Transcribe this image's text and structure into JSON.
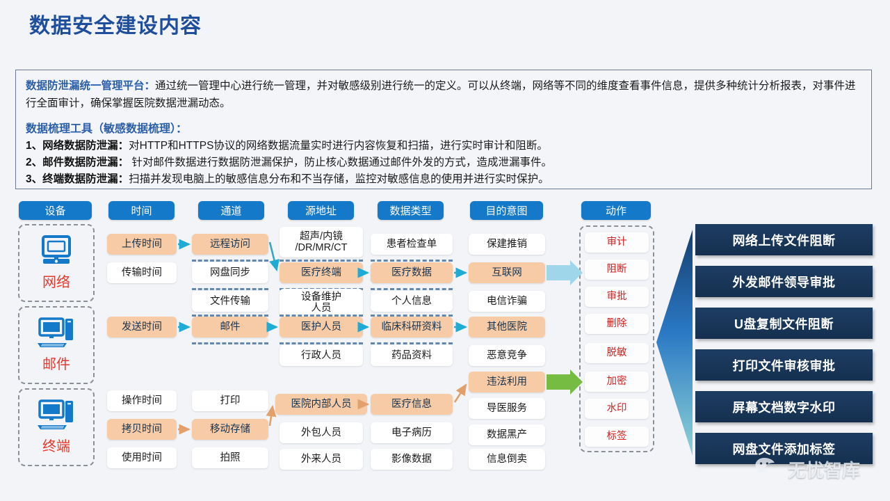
{
  "page_title": "数据安全建设内容",
  "description": {
    "block1": {
      "heading": "数据防泄漏统一管理平台：",
      "text": "通过统一管理中心进行统一管理，并对敏感级别进行统一的定义。可以从终端，网络等不同的维度查看事件信息，提供多种统计分析报表，对事件进行全面审计，确保掌握医院数据泄漏动态。"
    },
    "block2": {
      "heading": "数据梳理工具（敏感数据梳理）：",
      "items": [
        {
          "num": "1、",
          "title": "网络数据防泄漏：",
          "text": "对HTTP和HTTPS协议的网络数据流量实时进行内容恢复和扫描，进行实时审计和阻断。"
        },
        {
          "num": "2、",
          "title": "邮件数据防泄漏：",
          "text": " 针对邮件数据进行数据防泄漏保护，防止核心数据通过邮件外发的方式，造成泄漏事件。"
        },
        {
          "num": "3、",
          "title": "终端数据防泄漏：",
          "text": "扫描并发现电脑上的敏感信息分布和不当存储，监控对敏感信息的使用并进行实时保护。"
        }
      ]
    }
  },
  "columns": [
    {
      "key": "device",
      "label": "设备"
    },
    {
      "key": "time",
      "label": "时间"
    },
    {
      "key": "channel",
      "label": "通道"
    },
    {
      "key": "source",
      "label": "源地址"
    },
    {
      "key": "datatype",
      "label": "数据类型"
    },
    {
      "key": "intent",
      "label": "目的意图"
    },
    {
      "key": "action",
      "label": "动作"
    }
  ],
  "devices": [
    {
      "label": "网络",
      "icon": "monitor-icon"
    },
    {
      "label": "邮件",
      "icon": "desktop-icon"
    },
    {
      "label": "终端",
      "icon": "desktop-icon"
    }
  ],
  "time": [
    {
      "label": "上传时间",
      "highlight": true
    },
    {
      "label": "传输时间",
      "highlight": false
    },
    {
      "label": "发送时间",
      "highlight": true
    },
    {
      "label": "操作时间",
      "highlight": false
    },
    {
      "label": "拷贝时间",
      "highlight": true
    },
    {
      "label": "使用时间",
      "highlight": false
    }
  ],
  "channel": [
    {
      "label": "远程访问",
      "highlight": true
    },
    {
      "label": "网盘同步",
      "highlight": false
    },
    {
      "label": "文件传输",
      "highlight": false
    },
    {
      "label": "邮件",
      "highlight": true
    },
    {
      "label": "打印",
      "highlight": false
    },
    {
      "label": "移动存储",
      "highlight": true
    },
    {
      "label": "拍照",
      "highlight": false
    }
  ],
  "source": [
    {
      "label": "超声/内镜\n/DR/MR/CT",
      "highlight": false
    },
    {
      "label": "医疗终端",
      "highlight": true
    },
    {
      "label": "设备维护\n人员",
      "highlight": false
    },
    {
      "label": "医护人员",
      "highlight": true
    },
    {
      "label": "行政人员",
      "highlight": false
    },
    {
      "label": "医院内部人员",
      "highlight": true
    },
    {
      "label": "外包人员",
      "highlight": false
    },
    {
      "label": "外来人员",
      "highlight": false
    }
  ],
  "datatype": [
    {
      "label": "患者检查单",
      "highlight": false
    },
    {
      "label": "医疗数据",
      "highlight": true
    },
    {
      "label": "个人信息",
      "highlight": false
    },
    {
      "label": "临床科研资料",
      "highlight": true
    },
    {
      "label": "药品资料",
      "highlight": false
    },
    {
      "label": "医疗信息",
      "highlight": true
    },
    {
      "label": "电子病历",
      "highlight": false
    },
    {
      "label": "影像数据",
      "highlight": false
    }
  ],
  "intent": [
    {
      "label": "保建推销",
      "highlight": false
    },
    {
      "label": "互联网",
      "highlight": true
    },
    {
      "label": "电信诈骗",
      "highlight": false
    },
    {
      "label": "其他医院",
      "highlight": true
    },
    {
      "label": "恶意竞争",
      "highlight": false
    },
    {
      "label": "违法利用",
      "highlight": true
    },
    {
      "label": "导医服务",
      "highlight": false
    },
    {
      "label": "数据黑产",
      "highlight": false
    },
    {
      "label": "信息倒卖",
      "highlight": false
    }
  ],
  "action": [
    {
      "label": "审计"
    },
    {
      "label": "阻断"
    },
    {
      "label": "审批"
    },
    {
      "label": "删除"
    },
    {
      "label": "脱敏"
    },
    {
      "label": "加密"
    },
    {
      "label": "水印"
    },
    {
      "label": "标签"
    }
  ],
  "outcomes": [
    {
      "label": "网络上传文件阻断"
    },
    {
      "label": "外发邮件领导审批"
    },
    {
      "label": "U盘复制文件阻断"
    },
    {
      "label": "打印文件审核审批"
    },
    {
      "label": "屏幕文档数字水印"
    },
    {
      "label": "网盘文件添加标签"
    }
  ],
  "watermark": {
    "text": "无忧智库",
    "icon": "wechat-icon"
  },
  "colors": {
    "title_blue": "#1f4e9c",
    "chip_blue": "#1479c9",
    "highlight_orange": "#f7cba6",
    "action_red": "#d42020",
    "panel_dark": "#1d3d63",
    "arrow_cyan": "#9fd6ea",
    "arrow_green": "#76bc43",
    "arrow_orange": "#e3a06a",
    "device_red": "#e8382b"
  }
}
